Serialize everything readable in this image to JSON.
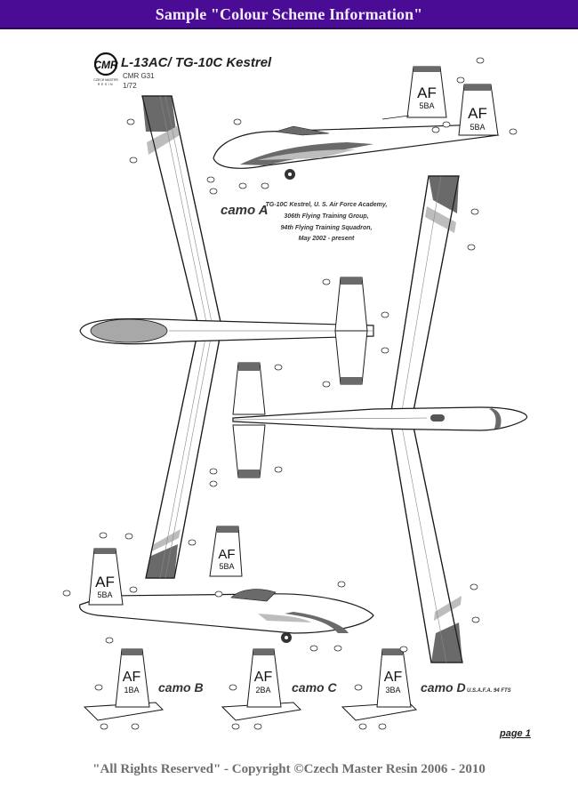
{
  "header": {
    "title": "Sample \"Colour Scheme Information\""
  },
  "sheet": {
    "logo": {
      "initials": "CMR",
      "caption_line1": "CZECH MASTER",
      "caption_line2": "RESIN"
    },
    "title": "L-13AC/ TG-10C Kestrel",
    "kit_code": "CMR G31",
    "scale": "1/72",
    "camo_a": {
      "label": "camo A",
      "caption_lines": [
        "TG-10C Kestrel, U. S. Air Force Academy,",
        "306th Flying Training Group,",
        "94th Flying Training Squadron,",
        "May 2002 - present"
      ]
    },
    "camo_b": {
      "label": "camo B",
      "tail_code": "AF",
      "tail_number": "1BA"
    },
    "camo_c": {
      "label": "camo C",
      "tail_code": "AF",
      "tail_number": "2BA"
    },
    "camo_d": {
      "label": "camo D",
      "note": "U.S.A.F.A. 94 FTS",
      "tail_code": "AF",
      "tail_number": "3BA"
    },
    "main_tail": {
      "tail_code": "AF",
      "tail_number": "5BA"
    },
    "page_label": "page 1",
    "colors": {
      "dark_grey": "#6a6a6a",
      "light_grey": "#bdbdbd",
      "canopy_grey": "#a8a8a8",
      "line": "#1a1a1a"
    }
  },
  "footer": {
    "copyright": "\"All Rights Reserved\" - Copyright ©Czech Master Resin 2006 - 2010"
  }
}
